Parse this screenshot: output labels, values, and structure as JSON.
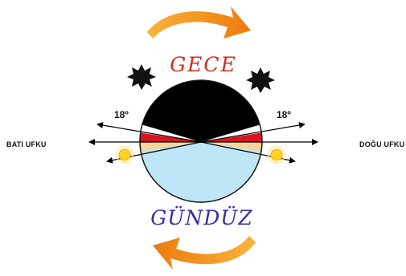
{
  "labels": {
    "night": "GECE",
    "day": "GÜNDÜZ",
    "west_horizon": "BATI UFKU",
    "east_horizon": "DOĞU UFKU",
    "angle_left": "18º",
    "angle_right": "18º"
  },
  "icons": {
    "stars": "star-icon",
    "suns": "sun-icon",
    "arrows": "curved-arrow-icon"
  },
  "colors": {
    "night_sky": "#000000",
    "day_sky": "#bfe6f7",
    "twilight_red": "#d8141c",
    "twilight_tan": "#f6d49a",
    "night_title": "#d42a1c",
    "day_title": "#3a2aa8",
    "arrow": "#f08a12",
    "sun": "#ffd21e"
  }
}
